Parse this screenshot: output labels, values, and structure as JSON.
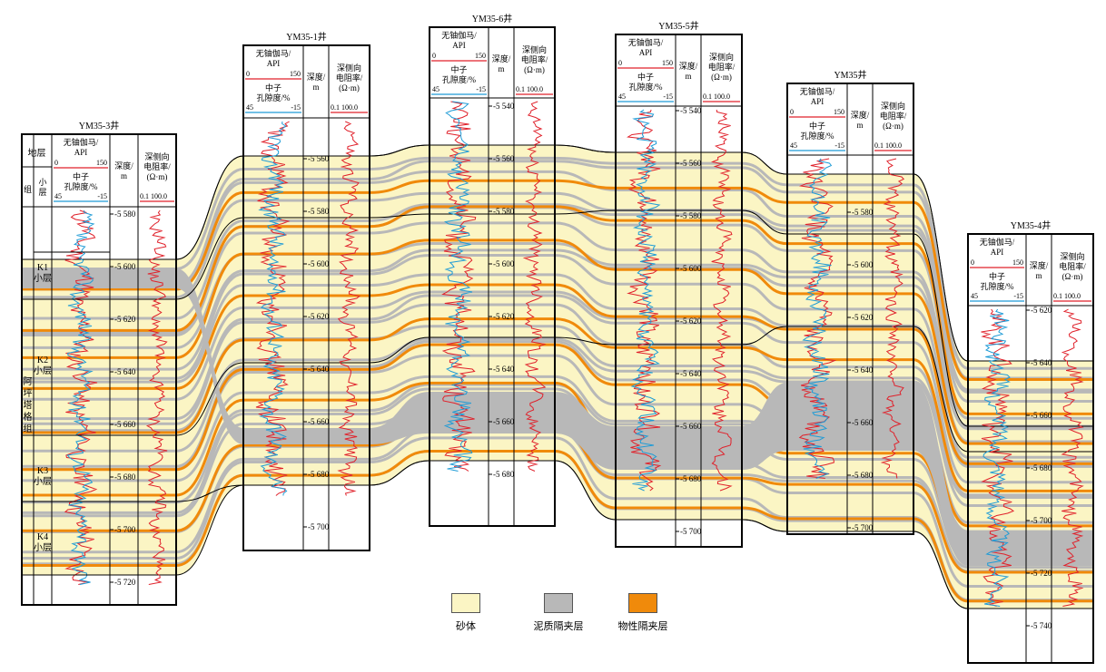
{
  "colors": {
    "sand": "#FBF5C4",
    "mud": "#B8B8B8",
    "phys": "#F08A0B",
    "gr_curve": "#1E9BD6",
    "res_curve": "#E0212B",
    "neutron_curve": "#1E9BD6"
  },
  "headers": {
    "gr_title": "无铀伽马/",
    "gr_unit": "API",
    "gr_scale_min": "0",
    "gr_scale_max": "150",
    "neutron_title": "中子",
    "neutron_unit": "孔隙度/%",
    "neutron_scale_left": "45",
    "neutron_scale_right": "-15",
    "depth_title": "深度/",
    "depth_unit": "m",
    "res_title1": "深侧向",
    "res_title2": "电阻率/",
    "res_unit": "(Ω·m)",
    "res_scale_min": "0.1",
    "res_scale_max": "100.0",
    "strata_title": "地层",
    "group_title": "组",
    "sublayer_title": "小层",
    "formation_name": "阿坪塔格组"
  },
  "wells": [
    {
      "name": "YM35-3井",
      "depths": [
        "-5 580",
        "-5 600",
        "-5 620",
        "-5 640",
        "-5 660",
        "-5 680",
        "-5 700",
        "-5 720"
      ]
    },
    {
      "name": "YM35-1井",
      "depths": [
        "-5 560",
        "-5 580",
        "-5 600",
        "-5 620",
        "-5 640",
        "-5 660",
        "-5 680",
        "-5 700"
      ]
    },
    {
      "name": "YM35-6井",
      "depths": [
        "-5 540",
        "-5 560",
        "-5 580",
        "-5 600",
        "-5 620",
        "-5 640",
        "-5 660",
        "-5 680"
      ]
    },
    {
      "name": "YM35-5井",
      "depths": [
        "-5 540",
        "-5 560",
        "-5 580",
        "-5 600",
        "-5 620",
        "-5 640",
        "-5 660",
        "-5 680",
        "-5 700"
      ]
    },
    {
      "name": "YM35井",
      "depths": [
        "-5 580",
        "-5 600",
        "-5 620",
        "-5 640",
        "-5 660",
        "-5 680",
        "-5 700"
      ]
    },
    {
      "name": "YM35-4井",
      "depths": [
        "-5 620",
        "-5 640",
        "-5 660",
        "-5 680",
        "-5 700",
        "-5 720",
        "-5 740"
      ]
    }
  ],
  "sublayers": [
    {
      "name": "K1",
      "label": "小层"
    },
    {
      "name": "K2",
      "label": "小层"
    },
    {
      "name": "K3",
      "label": "小层"
    },
    {
      "name": "K4",
      "label": "小层"
    }
  ],
  "legend": [
    {
      "label": "砂体",
      "color_key": "sand",
      "icon": "sand-swatch"
    },
    {
      "label": "泥质隔夹层",
      "color_key": "mud",
      "icon": "mud-swatch"
    },
    {
      "label": "物性隔夹层",
      "color_key": "phys",
      "icon": "phys-swatch"
    }
  ]
}
